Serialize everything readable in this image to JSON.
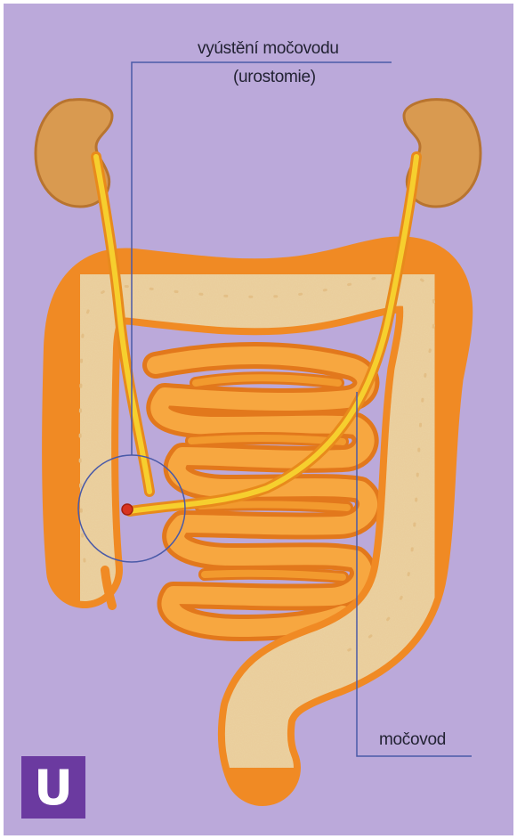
{
  "labels": {
    "stoma": "vyústění močovodu",
    "stoma_sub": "(urostomie)",
    "ureter": "močovod"
  },
  "badge": {
    "letter": "U"
  },
  "colors": {
    "background": "#bba9da",
    "kidney": "#d99a50",
    "ureter": "#f6cf2e",
    "colon_fill": "#ecd2a2",
    "colon_edge": "#f08a24",
    "small_intestine": "#f29a2e",
    "stoma_dot": "#d8331f",
    "leader_line": "#4a5aa8",
    "badge": "#6b3aa0"
  }
}
